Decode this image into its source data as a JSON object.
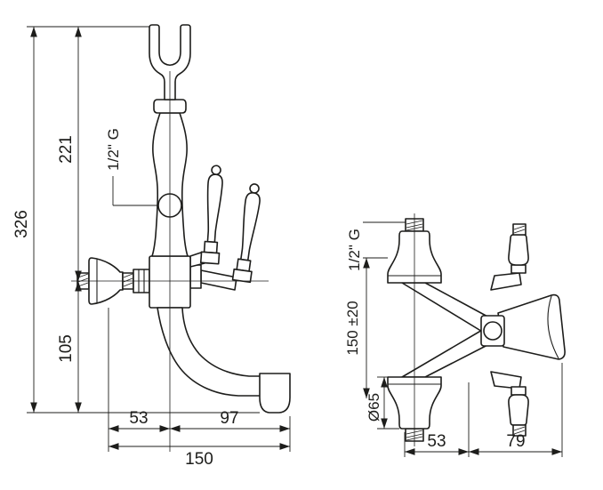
{
  "colors": {
    "line": "#1d1d1b",
    "background": "#ffffff"
  },
  "front_view": {
    "dim_total_height": "326",
    "dim_upper_height": "221",
    "dim_lower_height": "105",
    "thread_label": "1/2\" G",
    "dim_wall_to_axis": "53",
    "dim_axis_to_spout": "97",
    "dim_total_depth": "150"
  },
  "side_view": {
    "thread_label": "1/2\" G",
    "dim_centers_distance": "150 ±20",
    "dim_escutcheon_diameter": "Ø65",
    "dim_left_span": "53",
    "dim_right_span": "79"
  }
}
